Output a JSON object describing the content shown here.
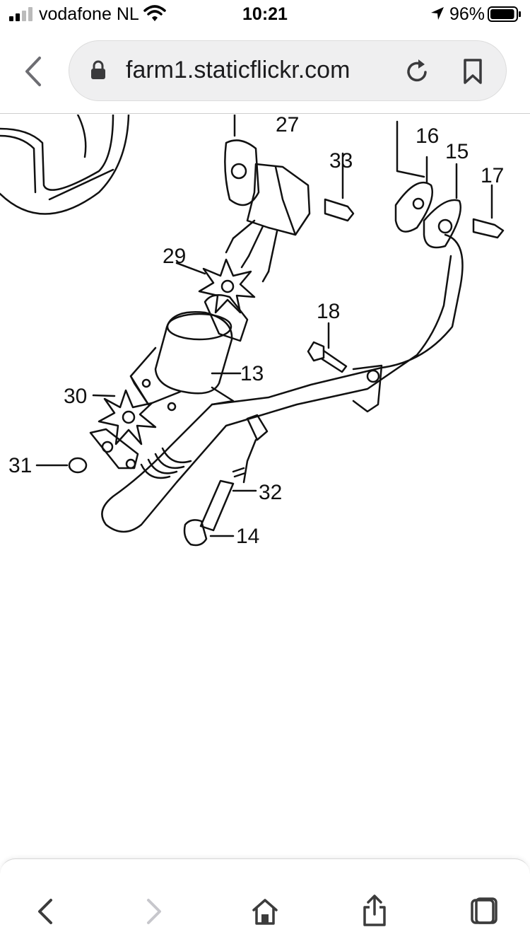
{
  "status_bar": {
    "carrier": "vodafone NL",
    "time": "10:21",
    "battery_percent": "96%",
    "battery_level": 0.96,
    "icons": [
      "signal-icon",
      "wifi-icon",
      "location-arrow-icon",
      "battery-icon"
    ]
  },
  "browser": {
    "url": "farm1.staticflickr.com",
    "icons": [
      "back-chevron-icon",
      "lock-icon",
      "reload-icon",
      "bookmark-icon"
    ]
  },
  "diagram": {
    "callouts": {
      "c27": "27",
      "c33": "33",
      "c16": "16",
      "c15": "15",
      "c17": "17",
      "c29": "29",
      "c18": "18",
      "c13": "13",
      "c30": "30",
      "c31": "31",
      "c32": "32",
      "c14": "14"
    }
  },
  "toolbar": {
    "icons": [
      "back-arrow-icon",
      "forward-arrow-icon",
      "home-icon",
      "share-icon",
      "tabs-icon"
    ]
  },
  "colors": {
    "url_bar_bg": "#efeff0",
    "toolbar_icon": "#3c3c3c",
    "disabled_icon": "#c7c7cc"
  }
}
